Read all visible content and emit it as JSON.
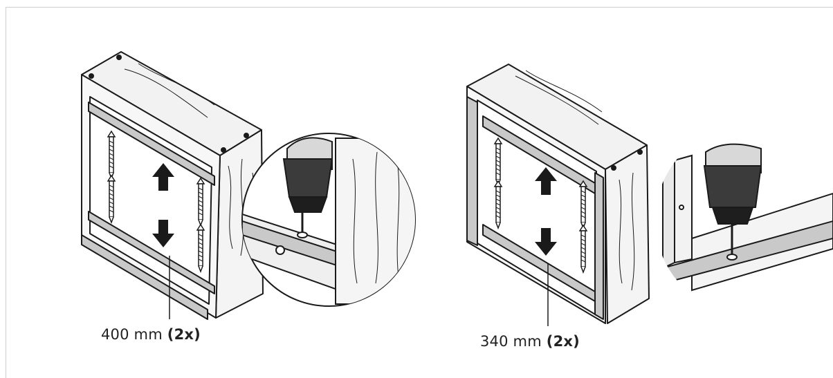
{
  "left_assembly": {
    "label": {
      "length": "400 mm",
      "quantity": "(2x)"
    }
  },
  "right_assembly": {
    "label": {
      "length": "340 mm",
      "quantity": "(2x)"
    }
  },
  "colors": {
    "line": "#1a1a1a",
    "wood": "#f4f4f4",
    "rail": "#c9c9c9",
    "drill": "#3b3b3b",
    "chuck": "#1e1e1e"
  }
}
